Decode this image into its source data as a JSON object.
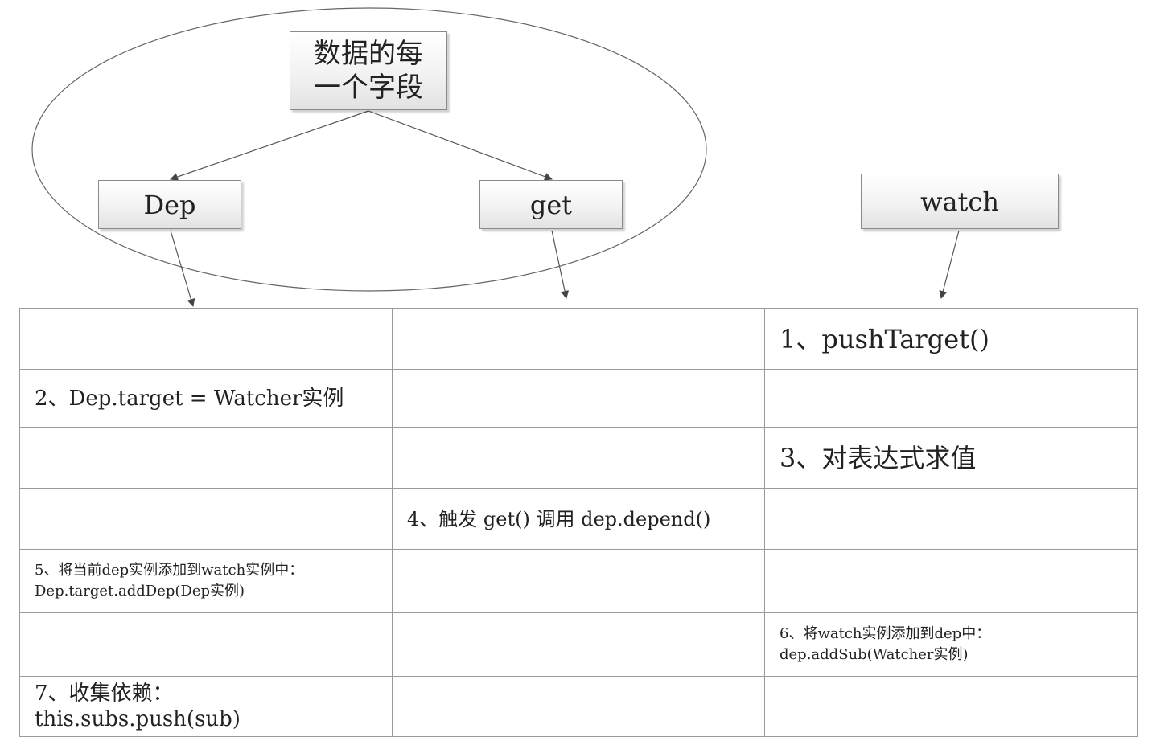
{
  "nodes": {
    "fields_line1": "数据的每",
    "fields_line2": "一个字段",
    "dep": "Dep",
    "get": "get",
    "watch": "watch"
  },
  "steps": {
    "step1": "1、pushTarget()",
    "step2": "2、Dep.target = Watcher实例",
    "step3": "3、对表达式求值",
    "step4": "4、触发 get() 调用 dep.depend()",
    "step5": "5、将当前dep实例添加到watch实例中：\nDep.target.addDep(Dep实例)",
    "step6": "6、将watch实例添加到dep中：\ndep.addSub(Watcher实例)",
    "step7": "7、收集依赖：\nthis.subs.push(sub)"
  },
  "colors": {
    "line": "#555555",
    "border": "#9a9a9a",
    "box_fill_top": "#ffffff",
    "box_fill_bottom": "#e2e2e2"
  }
}
